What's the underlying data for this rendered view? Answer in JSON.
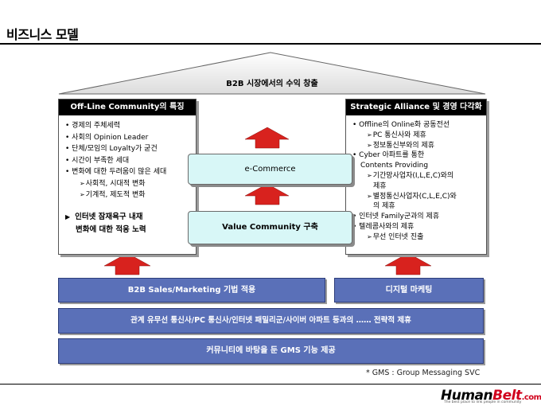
{
  "page_title": "비즈니스 모델",
  "roof_title": "B2B 시장에서의 수익 창출",
  "left_panel": {
    "header": "Off-Line Community의 특징",
    "items": [
      "경제의 주체세력",
      "사회의 Opinion Leader",
      "단체/모임의 Loyalty가 굳건",
      "시간이 부족한 세대",
      "변화에 대한 두려움이 많은 세대"
    ],
    "subitems": [
      "사회적, 시대적 변화",
      "기계적, 제도적 변화"
    ],
    "note_line1": "인터넷 잠재욕구 내재",
    "note_line2": "변화에 대한 적응 노력"
  },
  "right_panel": {
    "header": "Strategic Alliance 및 경영 다각화",
    "b1": "Offline의 Online화 공동전선",
    "b1_s1": "PC 통신사와 제휴",
    "b1_s2": "정보통신부와의 제휴",
    "b2_l1": "Cyber 아파트를 통한",
    "b2_l2": "Contents Providing",
    "b2_s1_l1": "기간망사업자(I,L,E,C)와의",
    "b2_s1_l2": "제휴",
    "b2_s2_l1": "별정통신사업자(C,L,E,C)와",
    "b2_s2_l2": "의 제휴",
    "b3": "인터넷 Family군과의 제휴",
    "b4": "텔레콤사와의 제휴",
    "b4_s1": "무선 인터넷 진출"
  },
  "center": {
    "ecommerce": "e-Commerce",
    "value_community": "Value Community 구축"
  },
  "bars": {
    "b2b_sales": "B2B Sales/Marketing 기법 적용",
    "digital_marketing": "디지털 마케팅",
    "alliance": "관계 유무선 통신사/PC 통신사/인터넷 패밀리군/사이버 아파트 등과의 …… 전략적 제휴",
    "gms": "커뮤니티에 바탕을 둔 GMS 기능 제공"
  },
  "footnote": "* GMS : Group Messaging SVC",
  "logo": {
    "part1": "Human",
    "part2": "Belt",
    "suffix": ".com",
    "tagline": "The best place to link people in community"
  },
  "colors": {
    "arrow_red": "#d8221e",
    "bar_blue": "#5a70b8",
    "center_box": "#d8f7f7"
  }
}
